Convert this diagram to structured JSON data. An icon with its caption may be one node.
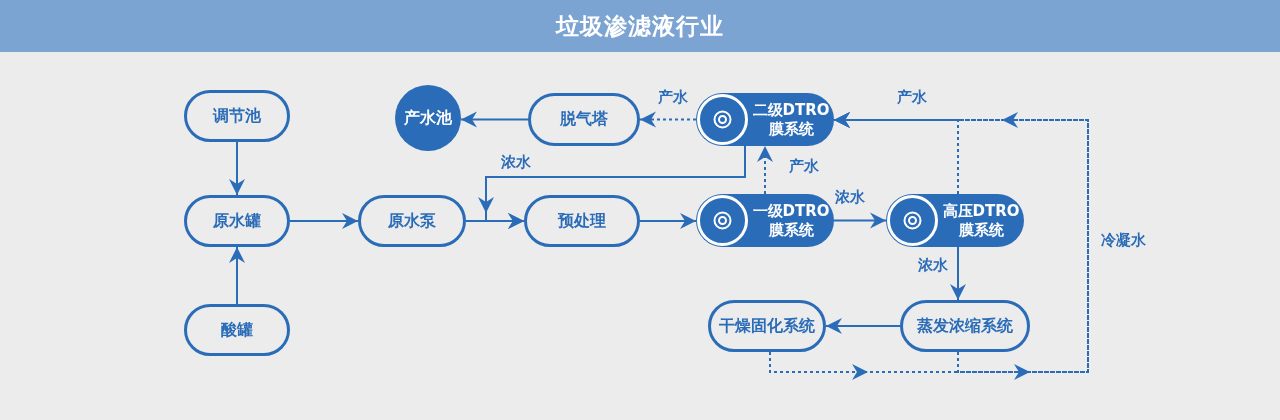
{
  "diagram": {
    "title": "垃圾渗滤液行业",
    "nodes": [
      {
        "text": [
          "调节池"
        ]
      },
      {
        "text": [
          "原水罐"
        ]
      },
      {
        "text": [
          "酸罐"
        ]
      },
      {
        "text": [
          "原水泵"
        ]
      },
      {
        "text": [
          "预处理"
        ]
      },
      {
        "text": [
          "一级DTRO膜系统"
        ]
      },
      {
        "text": [
          "二级DTRO膜系统"
        ]
      },
      {
        "text": [
          "脱气塔"
        ]
      },
      {
        "text": [
          "产水池"
        ]
      },
      {
        "text": [
          "高压DTRO膜系统"
        ]
      },
      {
        "text": [
          "蒸发浓缩系统"
        ]
      },
      {
        "text": [
          "干燥固化系统"
        ]
      }
    ],
    "edges": [
      {
        "from": 0,
        "to": 1,
        "arrow": "to"
      },
      {
        "from": 2,
        "to": 1,
        "arrow": "to"
      },
      {
        "from": 1,
        "to": 3,
        "arrow": "to"
      },
      {
        "from": 3,
        "to": 4,
        "arrow": "to"
      },
      {
        "from": 4,
        "to": 5,
        "arrow": "to"
      },
      {
        "from": 5,
        "to": 6,
        "arrow": "to",
        "label": "产水",
        "style": "dashed"
      },
      {
        "from": 6,
        "to": 7,
        "arrow": "to",
        "label": "产水",
        "style": "dashed"
      },
      {
        "from": 7,
        "to": 8,
        "arrow": "to"
      },
      {
        "from": 6,
        "to": 4,
        "arrow": "to",
        "label": "浓水"
      },
      {
        "from": 5,
        "to": 9,
        "arrow": "to",
        "label": "浓水"
      },
      {
        "from": 9,
        "to": 10,
        "arrow": "to",
        "label": "浓水"
      },
      {
        "from": 10,
        "to": 11,
        "arrow": "to"
      },
      {
        "from": 9,
        "to": 6,
        "arrow": "to",
        "label": "产水",
        "style": "dashed"
      },
      {
        "from": 10,
        "to": 6,
        "arrow": "to",
        "style": "dashed"
      },
      {
        "from": 11,
        "to": 6,
        "arrow": "to",
        "label": "冷凝水",
        "style": "dashed"
      }
    ]
  }
}
